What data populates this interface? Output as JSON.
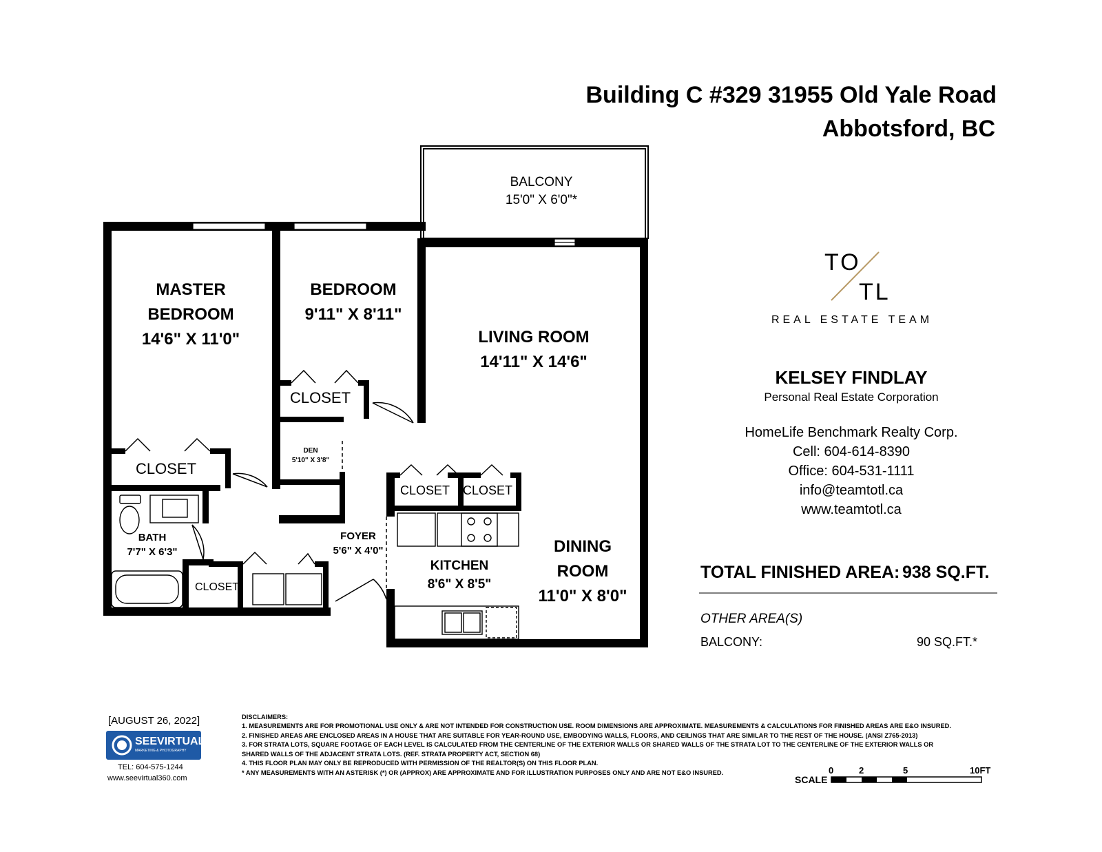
{
  "header": {
    "address_line1": "Building C #329 31955 Old Yale Road",
    "address_line2": "Abbotsford, BC"
  },
  "rooms": {
    "balcony": {
      "name": "BALCONY",
      "dims": "15'0\" X 6'0\"*"
    },
    "master_bedroom": {
      "name_line1": "MASTER",
      "name_line2": "BEDROOM",
      "dims": "14'6\" X 11'0\""
    },
    "bedroom": {
      "name": "BEDROOM",
      "dims": "9'11\" X 8'11\""
    },
    "living_room": {
      "name": "LIVING ROOM",
      "dims": "14'11\" X 14'6\""
    },
    "closet_bedroom": "CLOSET",
    "closet_master": "CLOSET",
    "den": {
      "name": "DEN",
      "dims": "5'10\" X 3'8\""
    },
    "closet_kitchen_1": "CLOSET",
    "closet_kitchen_2": "CLOSET",
    "bath": {
      "name": "BATH",
      "dims": "7'7\" X 6'3\""
    },
    "foyer": {
      "name": "FOYER",
      "dims": "5'6\" X 4'0\""
    },
    "closet_hall": "CLOSET",
    "kitchen": {
      "name": "KITCHEN",
      "dims": "8'6\" X 8'5\""
    },
    "dining_room": {
      "name_line1": "DINING",
      "name_line2": "ROOM",
      "dims": "11'0\" X 8'0\""
    }
  },
  "brand": {
    "logo_top": "TO",
    "logo_bottom": "TL",
    "tagline": "REAL ESTATE TEAM"
  },
  "agent": {
    "name": "KELSEY FINDLAY",
    "title": "Personal Real Estate Corporation",
    "brokerage": "HomeLife Benchmark Realty Corp.",
    "cell": "Cell: 604-614-8390",
    "office": "Office: 604-531-1111",
    "email": "info@teamtotl.ca",
    "website": "www.teamtotl.ca"
  },
  "area": {
    "total_label": "TOTAL FINISHED AREA:",
    "total_value": "938 SQ.FT.",
    "other_label": "OTHER AREA(S)",
    "balcony_label": "BALCONY:",
    "balcony_value": "90 SQ.FT.*"
  },
  "footer": {
    "date": "[AUGUST 26, 2022]",
    "company_logo": "SEEVIRTUAL",
    "company_tag": "MARKETING & PHOTOGRAPHY",
    "tel": "TEL: 604-575-1244",
    "web": "www.seevirtual360.com",
    "disclaimers_title": "DISCLAIMERS:",
    "disclaimer_1": "1. MEASUREMENTS ARE FOR PROMOTIONAL USE ONLY & ARE NOT INTENDED FOR CONSTRUCTION USE. ROOM DIMENSIONS ARE APPROXIMATE. MEASUREMENTS & CALCULATIONS FOR FINISHED AREAS ARE E&O INSURED.",
    "disclaimer_2": "2. FINISHED AREAS ARE ENCLOSED AREAS IN A HOUSE THAT ARE SUITABLE FOR YEAR-ROUND USE, EMBODYING WALLS, FLOORS, AND CEILINGS THAT ARE SIMILAR TO THE REST OF THE HOUSE. (ANSI Z765-2013)",
    "disclaimer_3a": "3. FOR STRATA LOTS, SQUARE FOOTAGE OF EACH LEVEL IS CALCULATED FROM THE CENTERLINE OF THE EXTERIOR WALLS OR SHARED WALLS OF THE STRATA LOT TO THE CENTERLINE OF THE EXTERIOR WALLS OR",
    "disclaimer_3b": "SHARED WALLS OF THE ADJACENT STRATA LOTS. (REF. STRATA PROPERTY ACT, SECTION 68)",
    "disclaimer_4": "4. THIS FLOOR PLAN MAY ONLY BE REPRODUCED WITH PERMISSION OF THE REALTOR(S) ON THIS FLOOR PLAN.",
    "disclaimer_5": "* ANY MEASUREMENTS WITH AN ASTERISK (*) OR (APPROX) ARE APPROXIMATE AND FOR ILLUSTRATION PURPOSES ONLY AND ARE NOT E&O INSURED."
  },
  "scale": {
    "label": "SCALE",
    "ticks": [
      "0",
      "2",
      "5",
      "10FT"
    ]
  }
}
